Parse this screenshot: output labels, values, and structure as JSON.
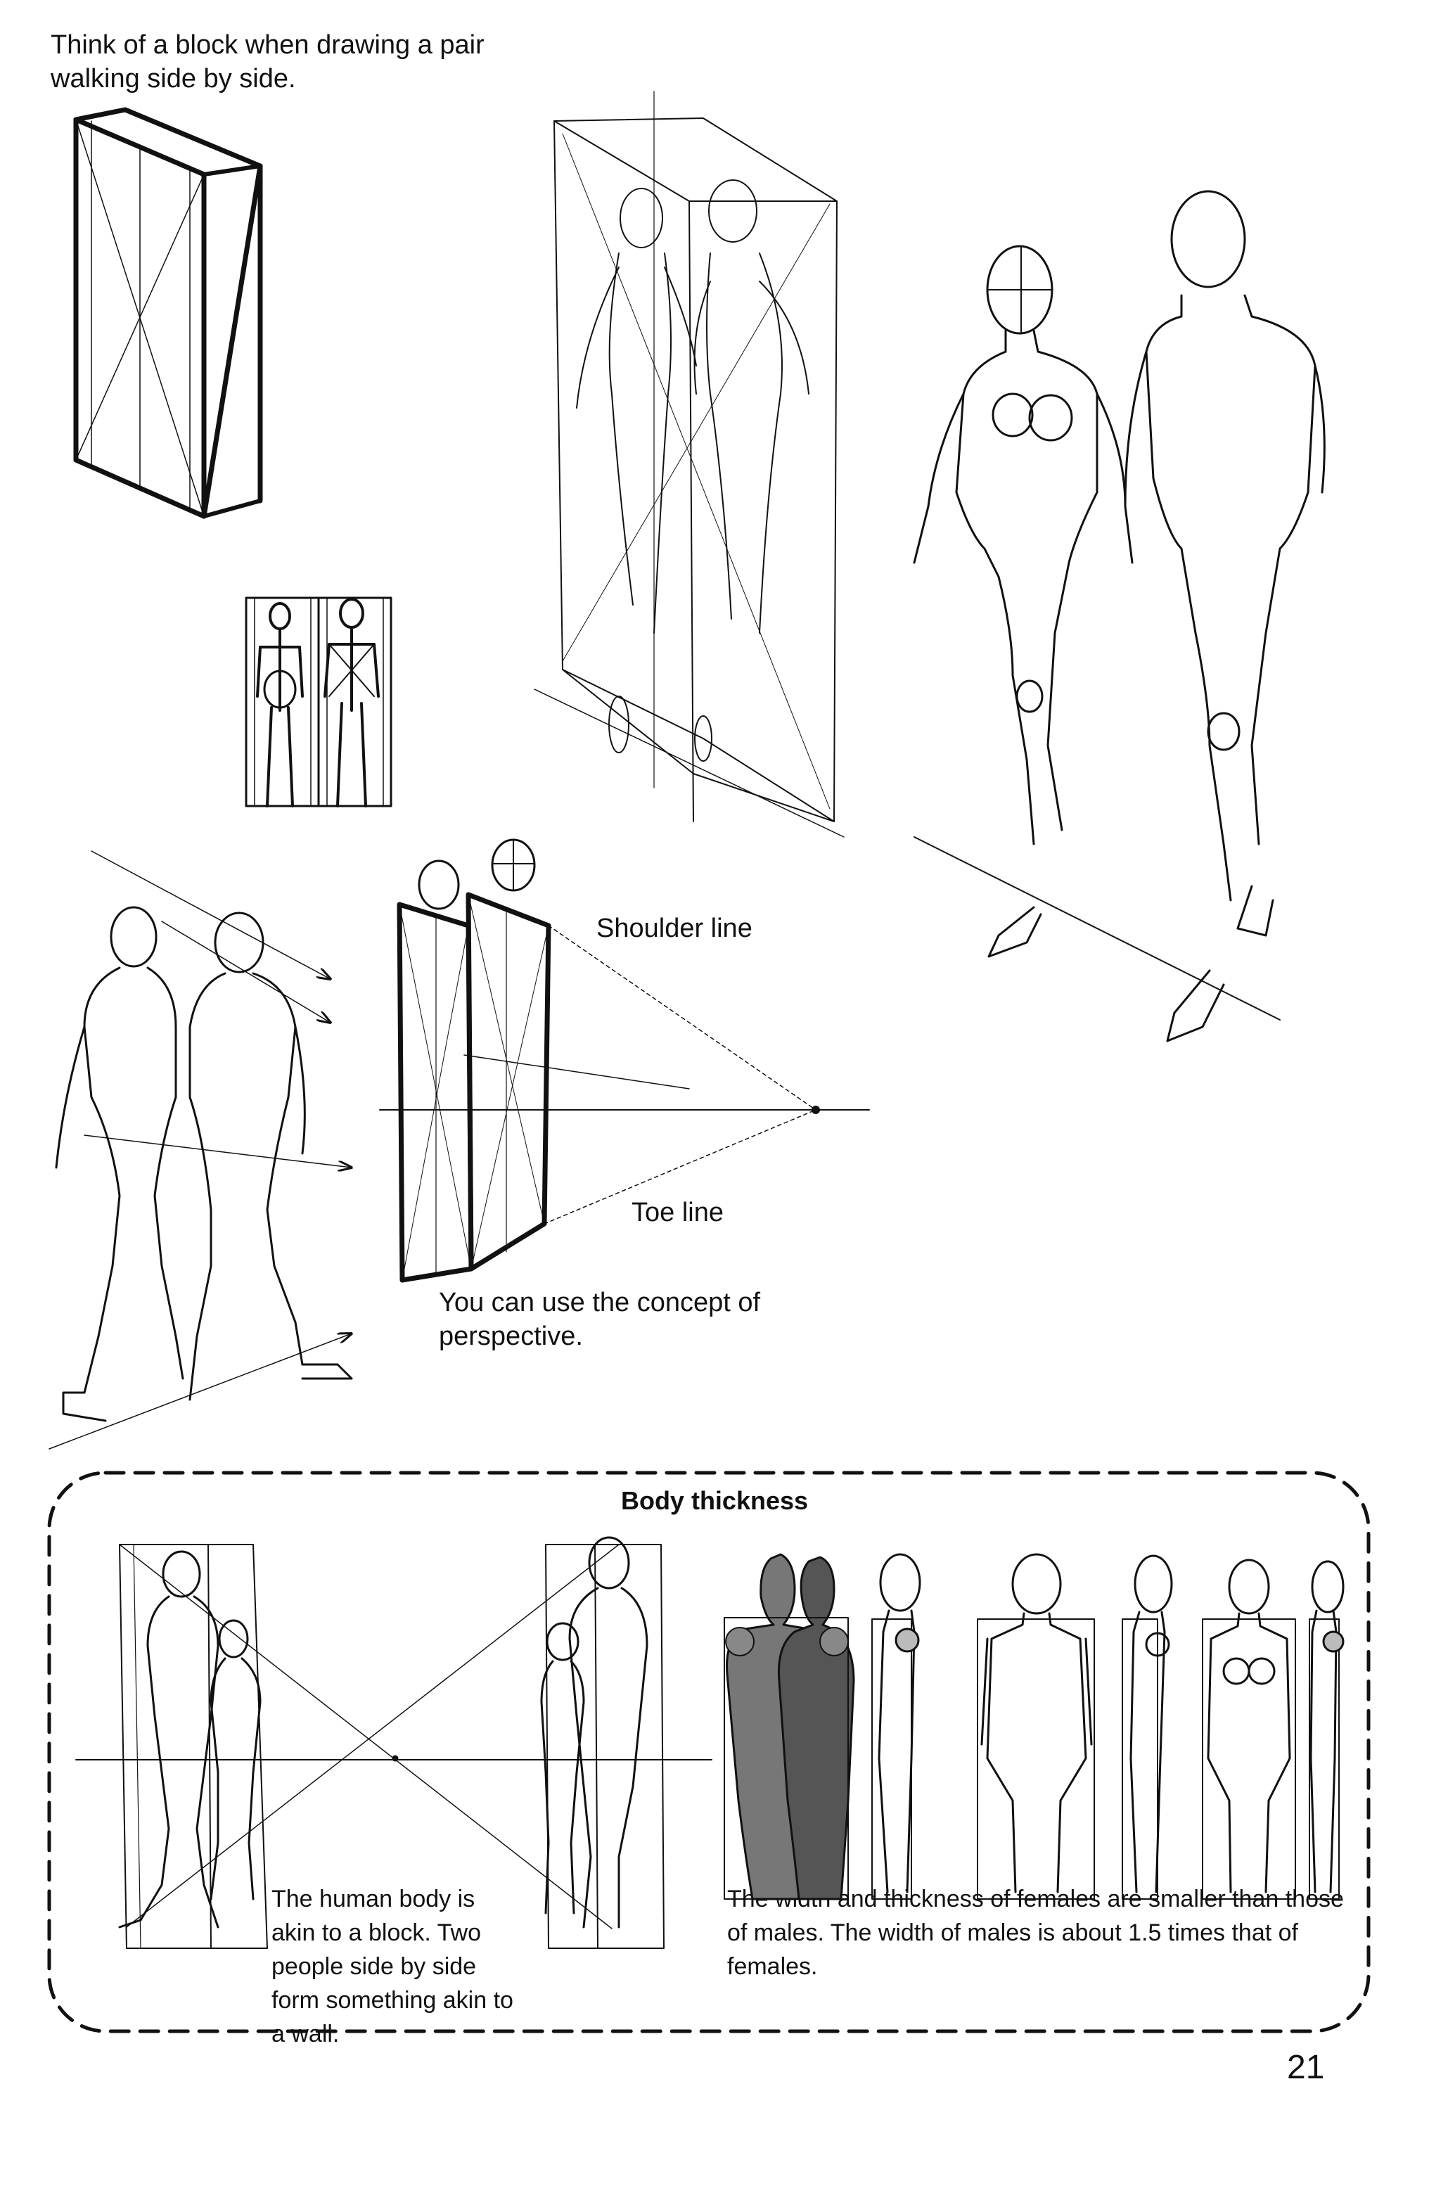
{
  "captions": {
    "block_intro": "Think of a block when drawing a pair walking side by side.",
    "shoulder_line": "Shoulder line",
    "toe_line": "Toe line",
    "perspective": "You can use the concept of perspective.",
    "body_block": "The human body is akin to a block. Two people side by side form something akin to a wall.",
    "thickness_note": "The width and thickness of females are smaller than those of males. The width of males is about 1.5 times that of females."
  },
  "section": {
    "title": "Body thickness"
  },
  "page": {
    "number": "21"
  },
  "colors": {
    "ink": "#111111",
    "paper": "#ffffff",
    "tone_dark": "#555555",
    "tone_light": "#c8c8c8"
  }
}
